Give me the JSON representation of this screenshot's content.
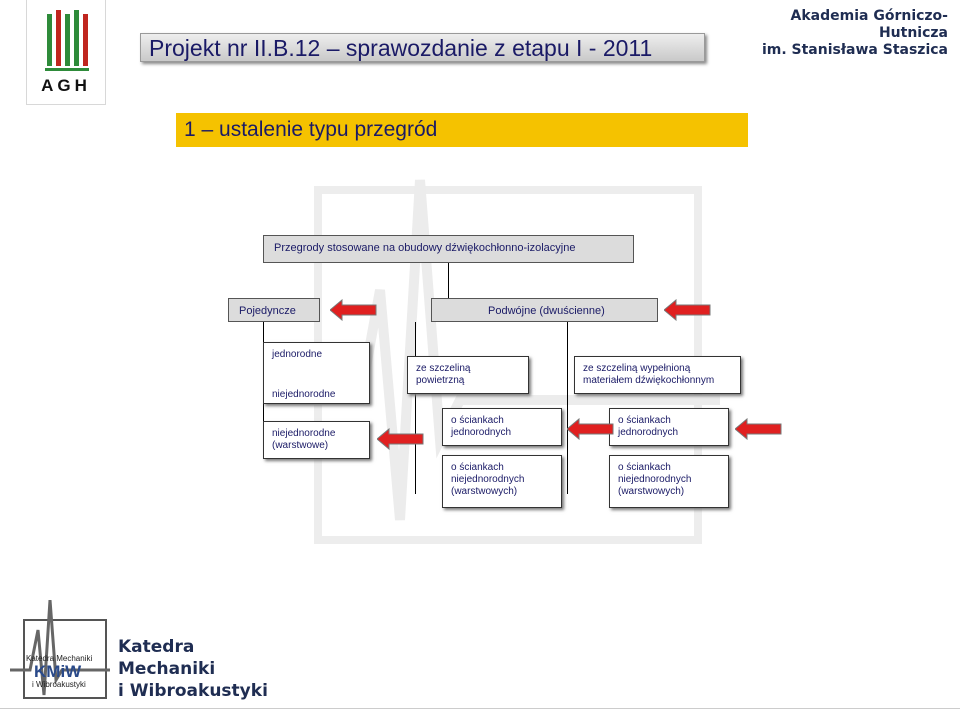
{
  "header": {
    "title": "Projekt nr II.B.12 – sprawozdanie z etapu I - 2011",
    "logo_text": "AGH",
    "institution_line1": "Akademia Górniczo-Hutnicza",
    "institution_line2": "im. Stanisława Staszica"
  },
  "section": {
    "heading": "1 – ustalenie typu przegród"
  },
  "diagram": {
    "root": "Przegrody stosowane na obudowy dźwiękochłonno-izolacyjne",
    "single": "Pojedyncze",
    "double": "Podwójne (dwuścienne)",
    "single_types": {
      "homogeneous": "jednorodne",
      "nonhomogeneous": "niejednorodne",
      "layered_l1": "niejednorodne",
      "layered_l2": "(warstwowe)"
    },
    "air_gap": {
      "l1": "ze szczeliną",
      "l2": "powietrzną"
    },
    "filled_gap": {
      "l1": "ze szczeliną wypełnioną",
      "l2": "materiałem dźwiękochłonnym"
    },
    "air_walls_homog": {
      "l1": "o ściankach",
      "l2": "jednorodnych"
    },
    "air_walls_nonhomog": {
      "l1": "o ściankach",
      "l2": "niejednorodnych",
      "l3": "(warstwowych)"
    },
    "filled_walls_homog": {
      "l1": "o ściankach",
      "l2": "jednorodnych"
    },
    "filled_walls_nonhomog": {
      "l1": "o ściankach",
      "l2": "niejednorodnych",
      "l3": "(warstwowych)"
    }
  },
  "footer": {
    "logo_l1": "Katedra Mechaniki",
    "logo_l2": "KMiW",
    "logo_l3": "i Wibroakustyki",
    "line1": "Katedra",
    "line2": "Mechaniki",
    "line3": "i Wibroakustyki"
  },
  "colors": {
    "title_text": "#1a1a66",
    "heading_bg": "#f5c200",
    "arrow": "#e02020",
    "brand_green": "#2e8b3a"
  }
}
